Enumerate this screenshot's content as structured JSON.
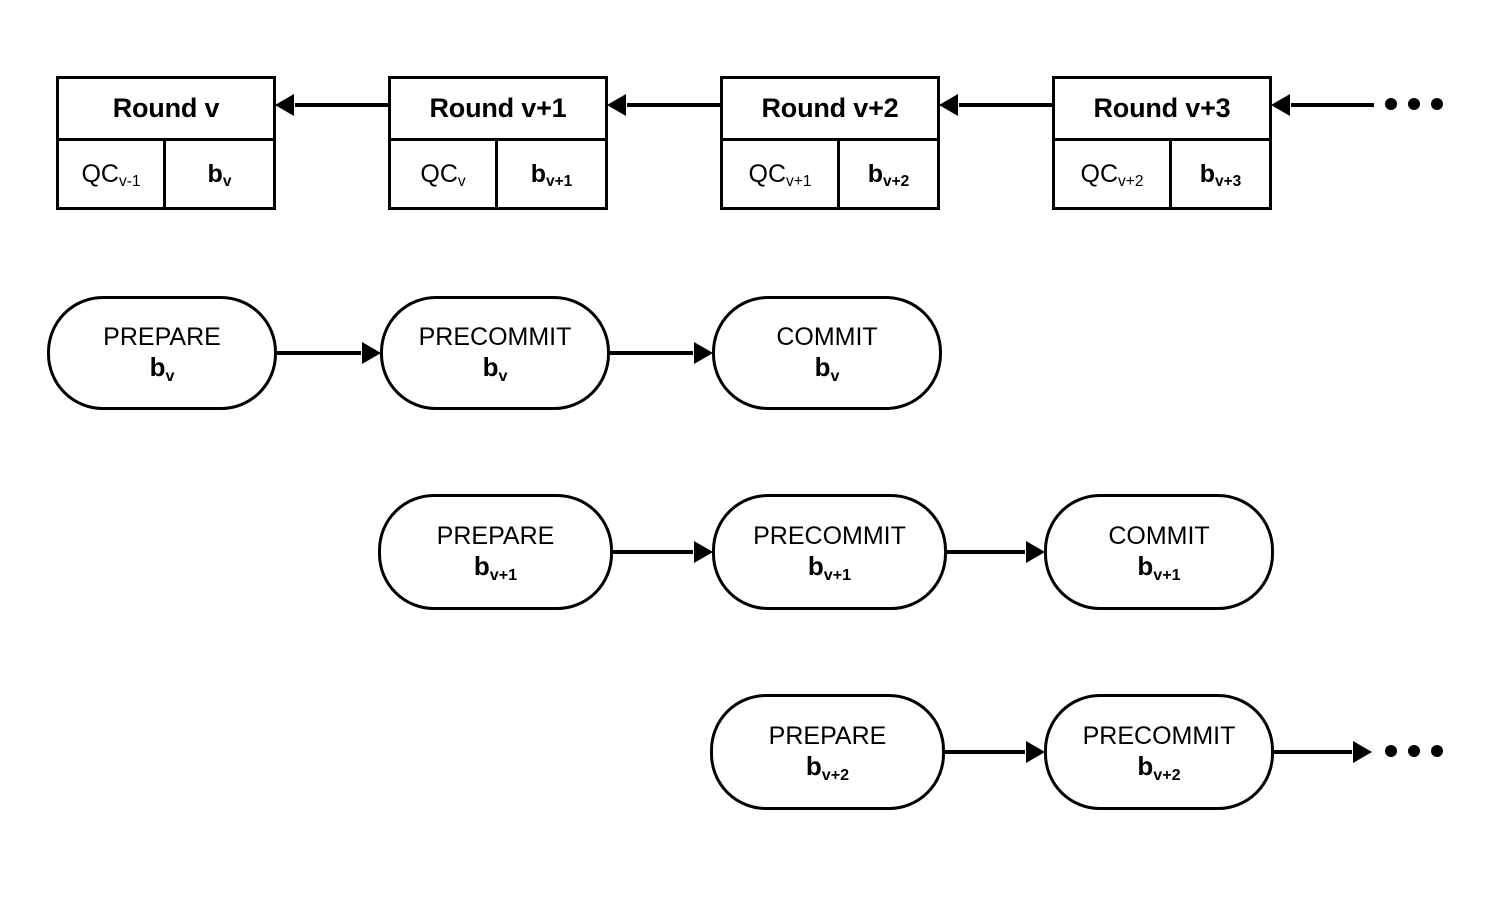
{
  "diagram": {
    "title": "Chained BFT round / phase pipeline diagram",
    "colors": {
      "stroke": "#000000",
      "background": "#ffffff"
    },
    "ellipsis_glyph": "•••"
  },
  "rounds": [
    {
      "title": "Round v",
      "qc_prefix": "QC",
      "qc_sub": "v-1",
      "block_prefix": "b",
      "block_sub": "v"
    },
    {
      "title": "Round v+1",
      "qc_prefix": "QC",
      "qc_sub": "v",
      "block_prefix": "b",
      "block_sub": "v+1"
    },
    {
      "title": "Round v+2",
      "qc_prefix": "QC",
      "qc_sub": "v+1",
      "block_prefix": "b",
      "block_sub": "v+2"
    },
    {
      "title": "Round v+3",
      "qc_prefix": "QC",
      "qc_sub": "v+2",
      "block_prefix": "b",
      "block_sub": "v+3"
    }
  ],
  "pipelines": [
    {
      "stages": [
        {
          "stage": "PREPARE",
          "block_prefix": "b",
          "block_sub": "v"
        },
        {
          "stage": "PRECOMMIT",
          "block_prefix": "b",
          "block_sub": "v"
        },
        {
          "stage": "COMMIT",
          "block_prefix": "b",
          "block_sub": "v"
        }
      ]
    },
    {
      "stages": [
        {
          "stage": "PREPARE",
          "block_prefix": "b",
          "block_sub": "v+1"
        },
        {
          "stage": "PRECOMMIT",
          "block_prefix": "b",
          "block_sub": "v+1"
        },
        {
          "stage": "COMMIT",
          "block_prefix": "b",
          "block_sub": "v+1"
        }
      ]
    },
    {
      "stages": [
        {
          "stage": "PREPARE",
          "block_prefix": "b",
          "block_sub": "v+2"
        },
        {
          "stage": "PRECOMMIT",
          "block_prefix": "b",
          "block_sub": "v+2"
        }
      ]
    }
  ]
}
